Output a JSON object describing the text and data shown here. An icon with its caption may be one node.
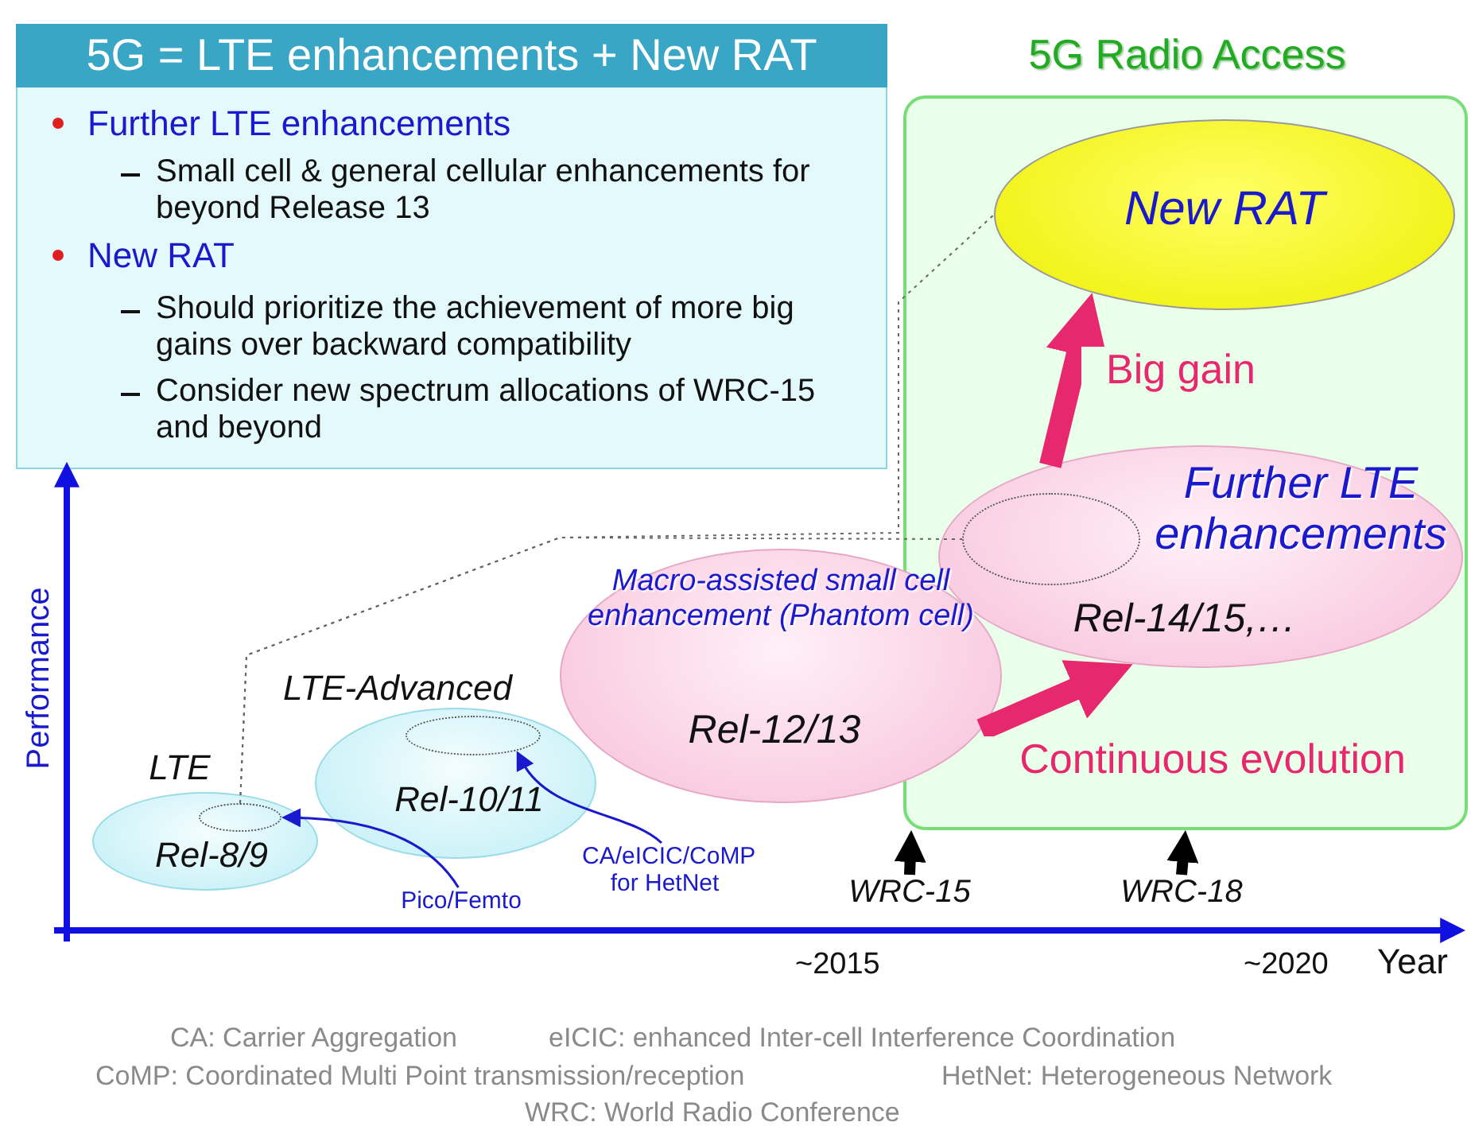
{
  "diagram": {
    "nodes": [
      {
        "text": [
          "5G = LTE enhancements + New RAT",
          "Further LTE enhancements",
          "Small cell & general cellular enhancements for beyond Release 13",
          "New RAT",
          "Should prioritize the achievement of more big gains over backward compatibility",
          "Consider new spectrum allocations of WRC-15 and beyond"
        ]
      },
      {
        "text": [
          "5G Radio Access"
        ]
      },
      {
        "text": [
          "New RAT"
        ],
        "in": 1
      },
      {
        "text": [
          "Further LTE enhancements",
          "Rel-14/15,…"
        ],
        "in": 1
      },
      {
        "text": [],
        "shape": "ellipse",
        "in": 3
      },
      {
        "text": [
          "LTE",
          "Rel-8/9"
        ]
      },
      {
        "text": [],
        "shape": "ellipse",
        "in": 5
      },
      {
        "text": [
          "LTE-Advanced",
          "Rel-10/11"
        ]
      },
      {
        "text": [],
        "shape": "ellipse",
        "in": 7
      },
      {
        "text": [
          "Macro-assisted small cell enhancement (Phantom cell)",
          "Rel-12/13"
        ]
      },
      {
        "text": [
          "Pico/Femto"
        ]
      },
      {
        "text": [
          "CA/eICIC/CoMP for HetNet"
        ]
      },
      {
        "text": [
          "WRC-15"
        ]
      },
      {
        "text": [
          "WRC-18"
        ]
      }
    ],
    "edges": [
      {
        "from": 10,
        "to": 6,
        "arrow": "to",
        "color": "#1a1acc"
      },
      {
        "from": 11,
        "to": 8,
        "arrow": "to",
        "color": "#1a1acc"
      },
      {
        "from": 9,
        "to": 3,
        "arrow": "to",
        "style": "thick",
        "color": "#e8286e",
        "label": "Continuous evolution"
      },
      {
        "from": 3,
        "to": 2,
        "arrow": "to",
        "style": "thick",
        "color": "#e8286e",
        "label": "Big gain"
      },
      {
        "from": 12,
        "to": 1,
        "arrow": "to",
        "style": "thick",
        "color": "#000000"
      },
      {
        "from": 13,
        "to": 1,
        "arrow": "to",
        "style": "thick",
        "color": "#000000"
      },
      {
        "from": 6,
        "to": 2,
        "arrow": "none",
        "style": "dashed",
        "color": "#666666"
      },
      {
        "from": 6,
        "to": 4,
        "arrow": "none",
        "style": "dashed",
        "color": "#666666"
      }
    ],
    "labels": [
      "Performance",
      "~2015",
      "~2020",
      "Year",
      "CA: Carrier Aggregation",
      "eICIC: enhanced Inter-cell Interference Coordination",
      "CoMP: Coordinated Multi Point transmission/reception",
      "HetNet: Heterogeneous Network",
      "WRC: World Radio Conference"
    ]
  }
}
